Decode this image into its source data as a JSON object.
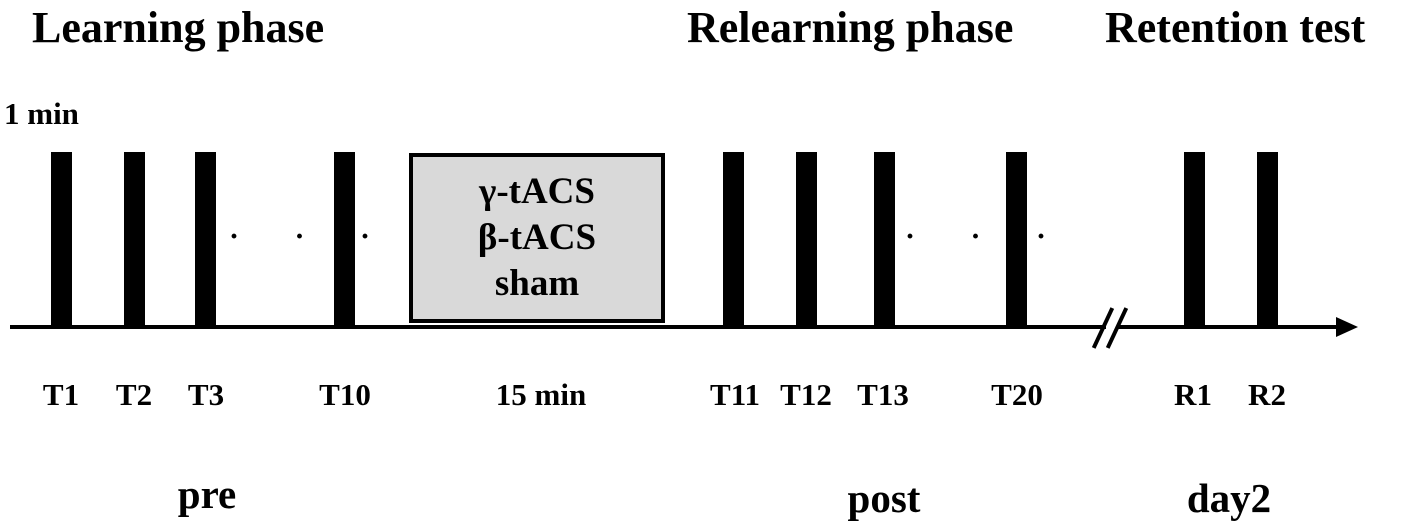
{
  "phases": {
    "learning": "Learning phase",
    "relearning": "Relearning phase",
    "retention": "Retention test"
  },
  "duration_top": "1 min",
  "stimulation": {
    "conditions": [
      "γ-tACS",
      "β-tACS",
      "sham"
    ],
    "duration": "15 min"
  },
  "trials": {
    "pre": [
      "T1",
      "T2",
      "T3",
      "T10"
    ],
    "post": [
      "T11",
      "T12",
      "T13",
      "T20"
    ],
    "retention": [
      "R1",
      "R2"
    ]
  },
  "ellipsis": "· · ·",
  "groups": {
    "pre": "pre",
    "post": "post",
    "day2": "day2"
  }
}
